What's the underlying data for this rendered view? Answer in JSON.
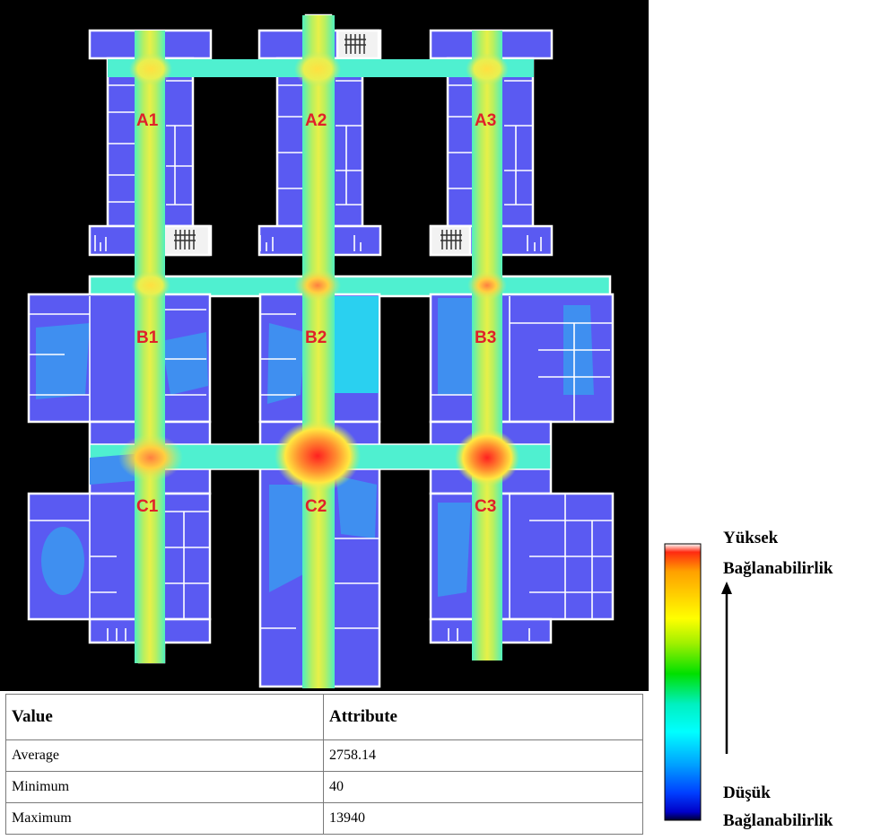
{
  "zones": [
    "A1",
    "A2",
    "A3",
    "B1",
    "B2",
    "B3",
    "C1",
    "C2",
    "C3"
  ],
  "table": {
    "headers": [
      "Value",
      "Attribute"
    ],
    "rows": [
      {
        "label": "Average",
        "value": "2758.14"
      },
      {
        "label": "Minimum",
        "value": "40"
      },
      {
        "label": "Maximum",
        "value": "13940"
      }
    ]
  },
  "legend": {
    "high_line1": "Yüksek",
    "high_line2": "Bağlanabilirlik",
    "low_line1": "Düşük",
    "low_line2": "Bağlanabilirlik",
    "colors": [
      "#ffffff",
      "#ff2a10",
      "#ffa000",
      "#ffff00",
      "#a0f000",
      "#00e000",
      "#00f0c0",
      "#00ffff",
      "#00a0ff",
      "#0040ff",
      "#0000c8",
      "#000030"
    ]
  },
  "colors": {
    "background": "#000000",
    "room": "#5a5af2",
    "room_light": "#3f8ff0",
    "wall": "#ffffff",
    "corridor": "#4ff0d0",
    "label": "#e0202a"
  }
}
